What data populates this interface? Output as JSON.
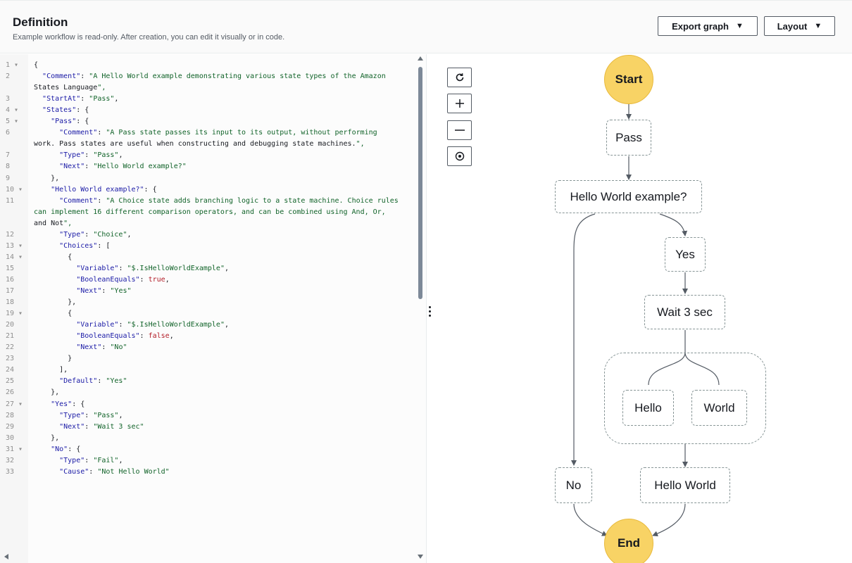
{
  "header": {
    "title": "Definition",
    "description": "Example workflow is read-only. After creation, you can edit it visually or in code.",
    "export_label": "Export graph",
    "layout_label": "Layout"
  },
  "editor": {
    "lines": [
      {
        "n": "1",
        "fold": true,
        "t": "{"
      },
      {
        "n": "2",
        "fold": false,
        "t": "  \"Comment\": \"A Hello World example demonstrating various state types of the Amazon"
      },
      {
        "n": "",
        "fold": false,
        "t": "States Language\","
      },
      {
        "n": "3",
        "fold": false,
        "t": "  \"StartAt\": \"Pass\","
      },
      {
        "n": "4",
        "fold": true,
        "t": "  \"States\": {"
      },
      {
        "n": "5",
        "fold": true,
        "t": "    \"Pass\": {"
      },
      {
        "n": "6",
        "fold": false,
        "t": "      \"Comment\": \"A Pass state passes its input to its output, without performing"
      },
      {
        "n": "",
        "fold": false,
        "t": "work. Pass states are useful when constructing and debugging state machines.\","
      },
      {
        "n": "7",
        "fold": false,
        "t": "      \"Type\": \"Pass\","
      },
      {
        "n": "8",
        "fold": false,
        "t": "      \"Next\": \"Hello World example?\""
      },
      {
        "n": "9",
        "fold": false,
        "t": "    },"
      },
      {
        "n": "10",
        "fold": true,
        "t": "    \"Hello World example?\": {"
      },
      {
        "n": "11",
        "fold": false,
        "t": "      \"Comment\": \"A Choice state adds branching logic to a state machine. Choice rules"
      },
      {
        "n": "",
        "fold": false,
        "t": "can implement 16 different comparison operators, and can be combined using And, Or,"
      },
      {
        "n": "",
        "fold": false,
        "t": "and Not\","
      },
      {
        "n": "12",
        "fold": false,
        "t": "      \"Type\": \"Choice\","
      },
      {
        "n": "13",
        "fold": true,
        "t": "      \"Choices\": ["
      },
      {
        "n": "14",
        "fold": true,
        "t": "        {"
      },
      {
        "n": "15",
        "fold": false,
        "t": "          \"Variable\": \"$.IsHelloWorldExample\","
      },
      {
        "n": "16",
        "fold": false,
        "t": "          \"BooleanEquals\": true,"
      },
      {
        "n": "17",
        "fold": false,
        "t": "          \"Next\": \"Yes\""
      },
      {
        "n": "18",
        "fold": false,
        "t": "        },"
      },
      {
        "n": "19",
        "fold": true,
        "t": "        {"
      },
      {
        "n": "20",
        "fold": false,
        "t": "          \"Variable\": \"$.IsHelloWorldExample\","
      },
      {
        "n": "21",
        "fold": false,
        "t": "          \"BooleanEquals\": false,"
      },
      {
        "n": "22",
        "fold": false,
        "t": "          \"Next\": \"No\""
      },
      {
        "n": "23",
        "fold": false,
        "t": "        }"
      },
      {
        "n": "24",
        "fold": false,
        "t": "      ],"
      },
      {
        "n": "25",
        "fold": false,
        "t": "      \"Default\": \"Yes\""
      },
      {
        "n": "26",
        "fold": false,
        "t": "    },"
      },
      {
        "n": "27",
        "fold": true,
        "t": "    \"Yes\": {"
      },
      {
        "n": "28",
        "fold": false,
        "t": "      \"Type\": \"Pass\","
      },
      {
        "n": "29",
        "fold": false,
        "t": "      \"Next\": \"Wait 3 sec\""
      },
      {
        "n": "30",
        "fold": false,
        "t": "    },"
      },
      {
        "n": "31",
        "fold": true,
        "t": "    \"No\": {"
      },
      {
        "n": "32",
        "fold": false,
        "t": "      \"Type\": \"Fail\","
      },
      {
        "n": "33",
        "fold": false,
        "t": "      \"Cause\": \"Not Hello World\""
      }
    ]
  },
  "graph": {
    "start": "Start",
    "end": "End",
    "pass": "Pass",
    "choice": "Hello World example?",
    "yes": "Yes",
    "wait": "Wait 3 sec",
    "hello": "Hello",
    "world": "World",
    "no": "No",
    "hello_world": "Hello World"
  },
  "icons": {
    "reset": "refresh-icon",
    "zoom_in": "plus-icon",
    "zoom_out": "minus-icon",
    "center": "center-icon",
    "dropdown": "caret-down-icon"
  },
  "colors": {
    "start_end_fill": "#f8d365",
    "key": "#1a1aa6",
    "string": "#116329",
    "boolean": "#b31d28"
  }
}
